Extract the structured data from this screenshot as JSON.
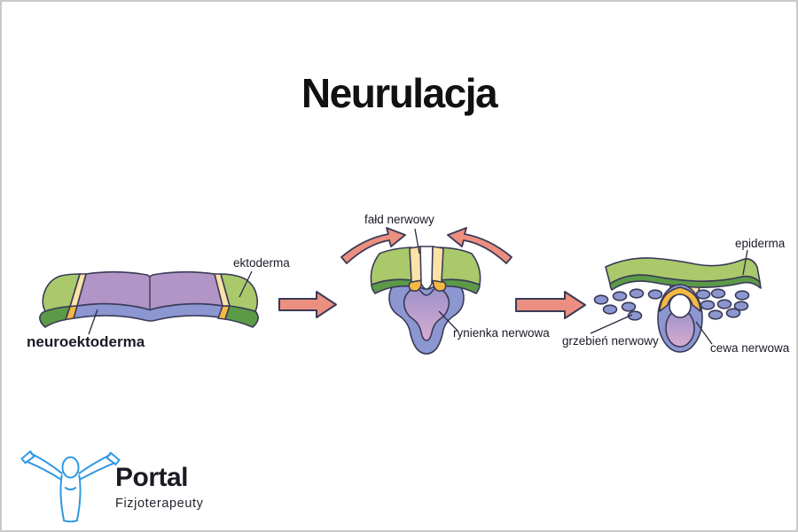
{
  "page": {
    "title": "Neurulacja"
  },
  "labels": {
    "ektoderma": "ektoderma",
    "neuroektoderma": "neuroektoderma",
    "fald_nerwowy": "fałd nerwowy",
    "rynienka_nerwowa": "rynienka nerwowa",
    "epiderma": "epiderma",
    "grzebien_nerwowy": "grzebień nerwowy",
    "cewa_nerwowa": "cewa nerwowa"
  },
  "logo": {
    "name": "Portal",
    "subtitle": "Fizjoterapeuty"
  },
  "colors": {
    "ectoderm_light_green": "#A9C96B",
    "ectoderm_dark_green": "#5B9A47",
    "neuroectoderm_purple": "#B195C6",
    "neuroectoderm_blue": "#8C97D1",
    "fold_cream": "#FBE2A7",
    "fold_orange": "#F5B942",
    "groove_purple": "#9D92CA",
    "groove_pink": "#D8ABD0",
    "arrow_salmon": "#EC8F80",
    "outline_navy": "#3A3A58",
    "logo_blue": "#2E97E3",
    "frame_gray": "#C8C8C8",
    "text_dark": "#1A1A28"
  }
}
